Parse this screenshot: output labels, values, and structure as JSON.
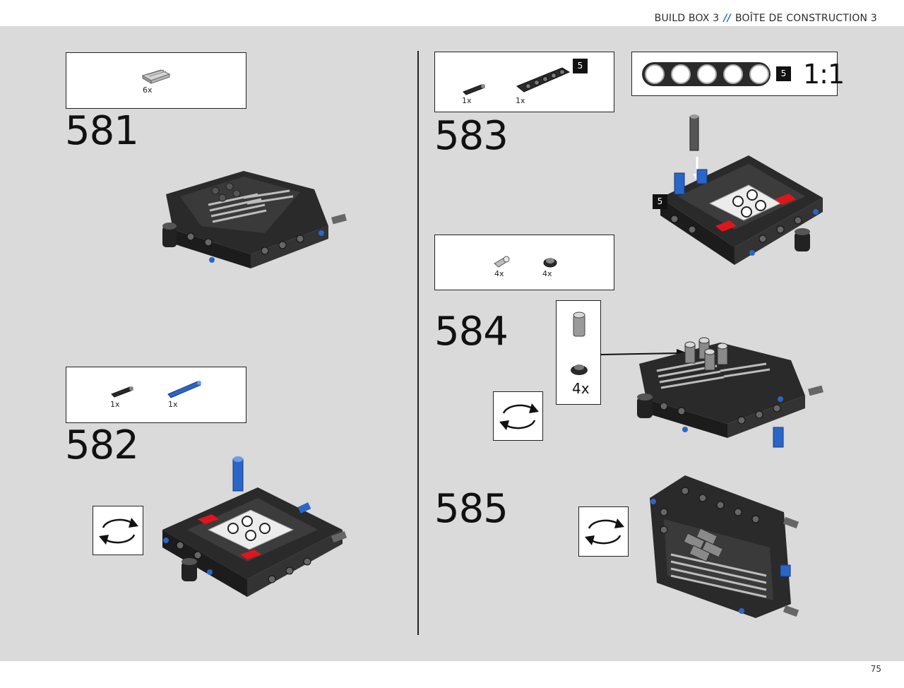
{
  "header": {
    "part1": "BUILD BOX 3",
    "separator": "//",
    "part2": "BOÎTE DE CONSTRUCTION 3"
  },
  "footer": {
    "page_number": "75"
  },
  "steps": {
    "s581": {
      "number": "581",
      "parts": [
        {
          "qty": "6x",
          "part": "grey-tile-icon"
        }
      ]
    },
    "s582": {
      "number": "582",
      "parts": [
        {
          "qty": "1x",
          "part": "black-pin-icon"
        },
        {
          "qty": "1x",
          "part": "blue-axle-pin-icon"
        }
      ]
    },
    "s583": {
      "number": "583",
      "parts": [
        {
          "qty": "1x",
          "part": "black-pin-icon"
        },
        {
          "qty": "1x",
          "part": "black-beam-icon"
        }
      ],
      "beam_badge": "5",
      "callout_badge": "5"
    },
    "s584": {
      "number": "584",
      "parts": [
        {
          "qty": "4x",
          "part": "grey-bush-icon"
        },
        {
          "qty": "4x",
          "part": "dark-round-icon"
        }
      ],
      "subassembly_qty": "4x"
    },
    "s585": {
      "number": "585"
    }
  },
  "scale": {
    "badge": "5",
    "label": "1:1"
  },
  "colors": {
    "page_bg": "#d9dad9",
    "accent": "#1e6ed6",
    "brick_black": "#2a2a2a",
    "brick_grey": "#cfcfcf",
    "red": "#e0151b",
    "blue": "#2a66c7"
  }
}
